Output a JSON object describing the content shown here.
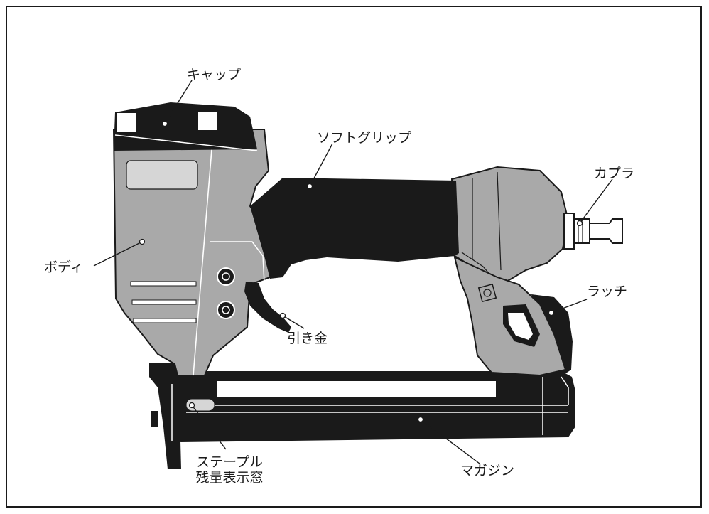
{
  "colors": {
    "black": "#1a1a1a",
    "body_grey": "#a9a9a9",
    "light_grey": "#d6d6d6",
    "white": "#ffffff"
  },
  "labels": {
    "cap": "キャップ",
    "soft_grip": "ソフトグリップ",
    "coupler": "カプラ",
    "body": "ボディ",
    "latch": "ラッチ",
    "trigger": "引き金",
    "staple_window_line1": "ステープル",
    "staple_window_line2": "残量表示窓",
    "magazine": "マガジン"
  }
}
